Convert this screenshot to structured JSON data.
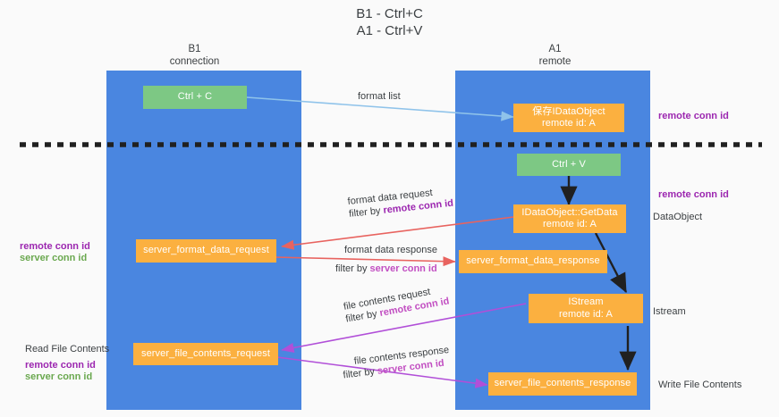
{
  "title": "B1 - Ctrl+C\nA1 - Ctrl+V",
  "columns": [
    {
      "header": "B1\nconnection"
    },
    {
      "header": "A1\nremote"
    }
  ],
  "nodes": {
    "ctrl_c": "Ctrl + C",
    "save_idataobject": "保存IDataObject\nremote id: A",
    "ctrl_v": "Ctrl + V",
    "getdata": "IDataObject::GetData\nremote id: A",
    "server_format_data_request": "server_format_data_request",
    "server_format_data_response": "server_format_data_response",
    "istream": "IStream\nremote id: A",
    "server_file_contents_request": "server_file_contents_request",
    "server_file_contents_response": "server_file_contents_response"
  },
  "edge_labels": {
    "format_list": "format list",
    "format_data_request": "format data request",
    "format_data_request_filter_prefix": "filter by ",
    "format_data_request_filter_key": "remote conn id",
    "format_data_response": "format data response",
    "format_data_response_filter_prefix": "filter by ",
    "format_data_response_filter_key": "server conn id",
    "file_contents_request": "file contents request",
    "file_contents_request_filter_prefix": "filter by ",
    "file_contents_request_filter_key": "remote conn id",
    "file_contents_response": "file contents response",
    "file_contents_response_filter_prefix": "filter by ",
    "file_contents_response_filter_key": "server conn id"
  },
  "annotations": {
    "right_top_remote_conn_id": "remote conn id",
    "right_mid_remote_conn_id": "remote conn id",
    "right_dataobject": "DataObject",
    "right_istream": "Istream",
    "right_write_file_contents": "Write File Contents",
    "left_remote_conn_id": "remote conn id",
    "left_server_conn_id": "server conn id",
    "left_read_file_contents": "Read File Contents",
    "left_remote_conn_id_2": "remote conn id",
    "left_server_conn_id_2": "server conn id"
  },
  "colors": {
    "lane_blue": "#4a86e0",
    "node_green": "#7dc884",
    "node_orange": "#fbb040",
    "background": "#fafafa",
    "arrow_light_blue": "#8fc3ea",
    "arrow_red": "#e8635f",
    "arrow_purple": "#b14fd8",
    "arrow_black": "#202020",
    "text_purple": "#9c27b0",
    "text_green": "#6aa84f",
    "divider_dashed": "#202020"
  }
}
